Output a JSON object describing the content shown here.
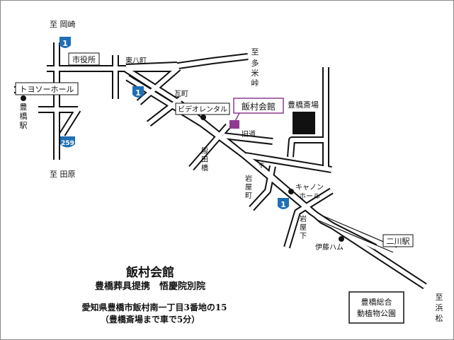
{
  "map": {
    "directions": {
      "okazaki": "至 岡崎",
      "tawara": "至 田原",
      "tamaki_lines": [
        "至",
        "多",
        "米",
        "峠"
      ],
      "hamamatsu_lines": [
        "至",
        "浜",
        "松"
      ]
    },
    "routes": {
      "r1": "1",
      "r259": "259"
    },
    "stations": {
      "toyohashi_lines": [
        "豊",
        "橋",
        "駅"
      ],
      "nikawa": "二川駅"
    },
    "landmarks": {
      "city_hall": "市役所",
      "toyoso_hall": "トヨソーホール",
      "video_rental": "ビデオレンタル",
      "crematorium": "豊橋斎場",
      "canon_hall_lines": [
        "キャノン",
        "ホール"
      ],
      "itoham": "伊藤ハム",
      "zoo_lines": [
        "豊橋総合",
        "動植物公園"
      ],
      "iimura": "飯村会館"
    },
    "places": {
      "higashi_hatcho": "東八町",
      "kawaramachi": "瓦町",
      "old_road": "旧道",
      "tono_bridge_lines": [
        "殿",
        "田",
        "橋"
      ],
      "iwaya_town_lines": [
        "岩",
        "屋",
        "町"
      ],
      "iwaya_shita_lines": [
        "岩",
        "屋",
        "下"
      ],
      "t_mark": "〒"
    },
    "colors": {
      "accent": "#8f3a8f",
      "road": "#111111"
    }
  },
  "info": {
    "title": "飯村会館",
    "subtitle": "豊橋葬具提携　悟慶院別院",
    "address": "愛知県豊橋市飯村南一丁目3番地の15",
    "note": "（豊橋斎場まで車で5分）"
  }
}
